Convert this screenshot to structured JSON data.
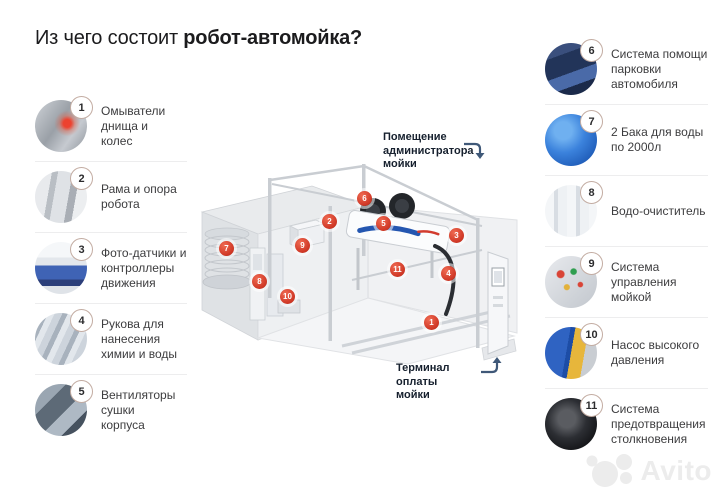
{
  "title": {
    "prefix": "Из чего состоит ",
    "bold": "робот-автомойка?"
  },
  "left_items": [
    {
      "num": "1",
      "label": "Омыватели днища и\nколес"
    },
    {
      "num": "2",
      "label": "Рама и опора робота"
    },
    {
      "num": "3",
      "label": "Фото-датчики и\nконтроллеры\nдвижения"
    },
    {
      "num": "4",
      "label": "Рукова для\nнанесения\nхимии и воды"
    },
    {
      "num": "5",
      "label": "Вентиляторы сушки\nкорпуса"
    }
  ],
  "right_items": [
    {
      "num": "6",
      "label": "Система помощи\nпарковки\nавтомобиля"
    },
    {
      "num": "7",
      "label": "2 Бака для воды\nпо 2000л"
    },
    {
      "num": "8",
      "label": "Водо-очиститель"
    },
    {
      "num": "9",
      "label": "Система управления\nмойкой"
    },
    {
      "num": "10",
      "label": "Насос высокого\nдавления"
    },
    {
      "num": "11",
      "label": "Система\nпредотвращения\nстолкновения"
    }
  ],
  "diagram": {
    "labels": {
      "admin_room": "Помещение\nадминистратора\nмойки",
      "payment_terminal": "Терминал оплаты\nмойки"
    },
    "markers": [
      "1",
      "2",
      "3",
      "4",
      "5",
      "6",
      "7",
      "8",
      "9",
      "10",
      "11"
    ]
  },
  "watermark": "Avito",
  "colors": {
    "marker_red": "#d13a28",
    "badge_border": "#c3aca2",
    "label_dark": "#16202e",
    "arrow_blue_gray": "#3f5878",
    "robot_logo_blue": "#2456b0",
    "watermark_gray": "#ececec"
  }
}
